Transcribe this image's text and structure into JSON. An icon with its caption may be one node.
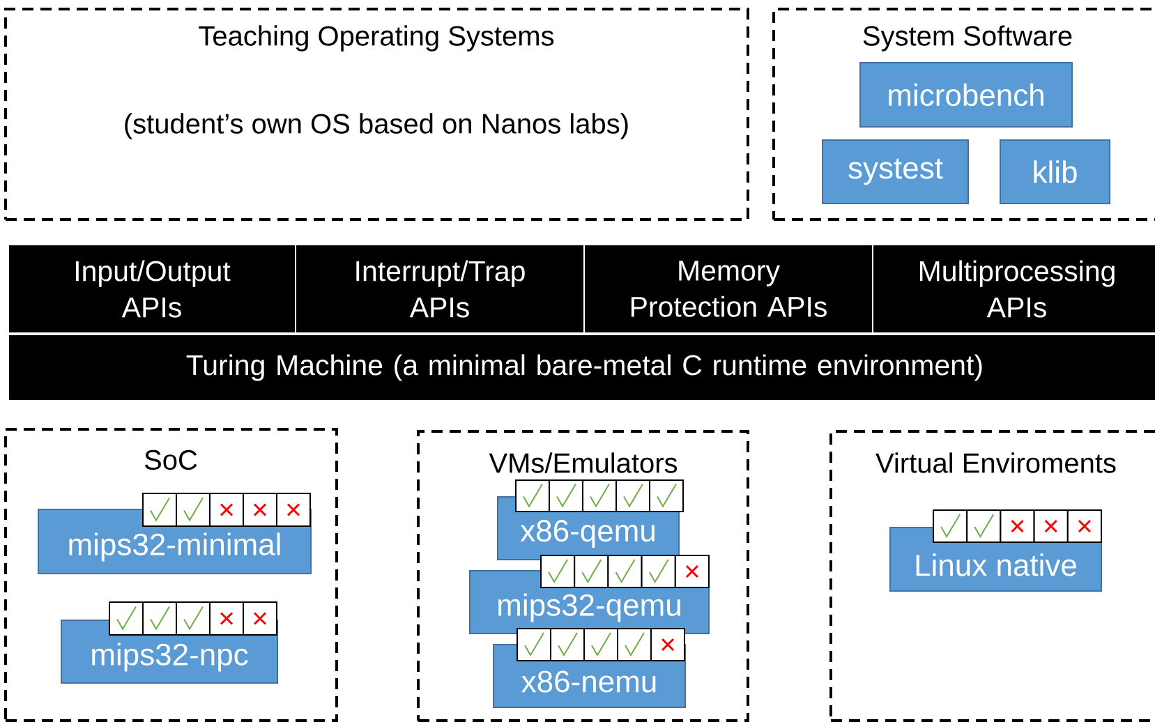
{
  "diagram": {
    "nodes": [
      {
        "text": [
          "Teaching Operating Systems",
          "(student’s own OS based on Nanos labs)"
        ]
      },
      {
        "text": [
          "System Software"
        ]
      },
      {
        "text": [
          "microbench"
        ],
        "in": 1
      },
      {
        "text": [
          "systest"
        ],
        "in": 1
      },
      {
        "text": [
          "klib"
        ],
        "in": 1
      },
      {
        "text": [
          "Input/Output APIs"
        ]
      },
      {
        "text": [
          "Interrupt/Trap APIs"
        ]
      },
      {
        "text": [
          "Memory Protection APIs"
        ]
      },
      {
        "text": [
          "Multiprocessing APIs"
        ]
      },
      {
        "text": [
          "Turing Machine (a minimal bare-metal C runtime environment)"
        ]
      },
      {
        "text": [
          "SoC"
        ]
      },
      {
        "text": [
          "mips32-minimal"
        ],
        "in": 10
      },
      {
        "text": [
          "mips32-npc"
        ],
        "in": 10
      },
      {
        "text": [
          "VMs/Emulators"
        ]
      },
      {
        "text": [
          "x86-qemu"
        ],
        "in": 13
      },
      {
        "text": [
          "mips32-qemu"
        ],
        "in": 13
      },
      {
        "text": [
          "x86-nemu"
        ],
        "in": 13
      },
      {
        "text": [
          "Virtual Enviroments"
        ]
      },
      {
        "text": [
          "Linux native"
        ],
        "in": 17
      }
    ]
  }
}
